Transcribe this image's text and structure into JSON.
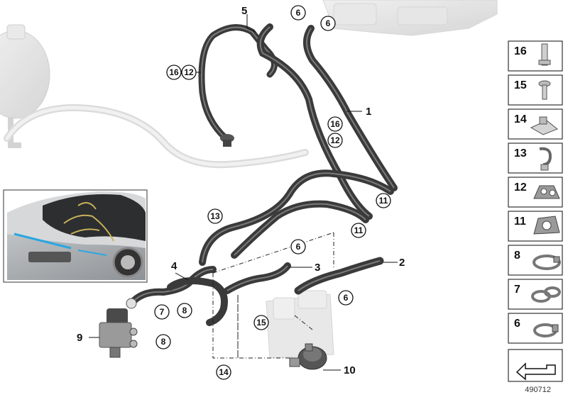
{
  "callouts": {
    "c1": "1",
    "c2": "2",
    "c3": "3",
    "c4": "4",
    "c5": "5",
    "c9": "9",
    "c10": "10"
  },
  "circle_callouts": {
    "a6top1": "6",
    "a6top2": "6",
    "a16": "16",
    "a12": "12",
    "b16": "16",
    "b12": "12",
    "a11": "11",
    "b11": "11",
    "a13": "13",
    "a6mid": "6",
    "a6right": "6",
    "a7": "7",
    "a8a": "8",
    "a8b": "8",
    "a15": "15",
    "a14": "14"
  },
  "side_panel": {
    "items": [
      "16",
      "15",
      "14",
      "13",
      "12",
      "11",
      "8",
      "7",
      "6"
    ]
  },
  "diagram_id": "490712",
  "colors": {
    "hose": "#3a3a3a",
    "hose_highlight": "#7a7a7a",
    "ghost": "#d9d9d9",
    "inset_border": "#555555"
  }
}
